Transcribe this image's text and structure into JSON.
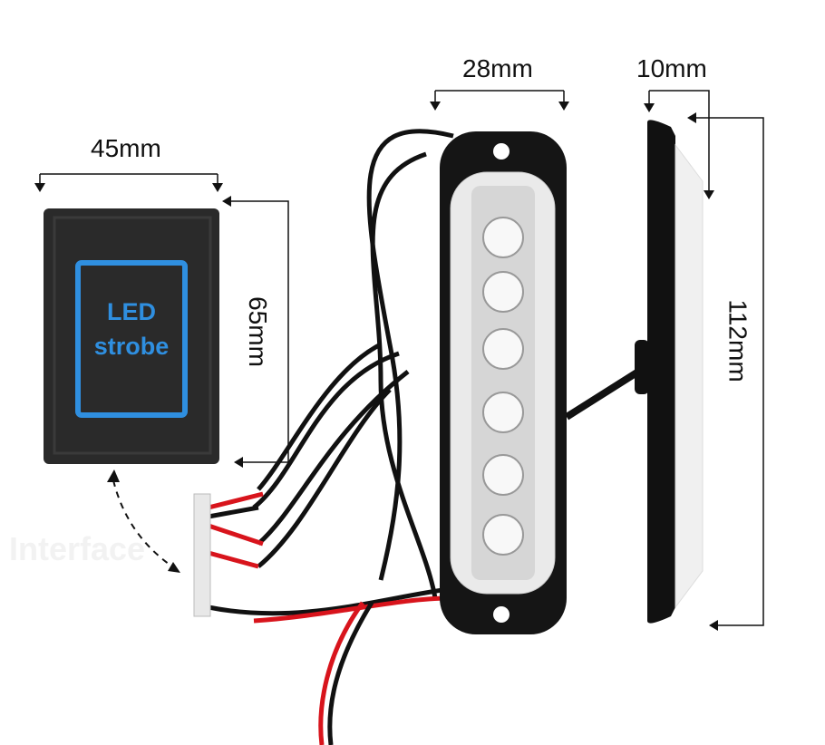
{
  "dimensions": {
    "module_width": "45mm",
    "module_height": "65mm",
    "light_width": "28mm",
    "light_depth": "10mm",
    "light_length": "112mm"
  },
  "module_label": {
    "line1": "LED",
    "line2": "strobe"
  },
  "watermark": "Interface",
  "colors": {
    "module": "#2b2b2b",
    "logo": "#2f8fe0",
    "wire_red": "#d8141c",
    "wire_black": "#111111"
  }
}
